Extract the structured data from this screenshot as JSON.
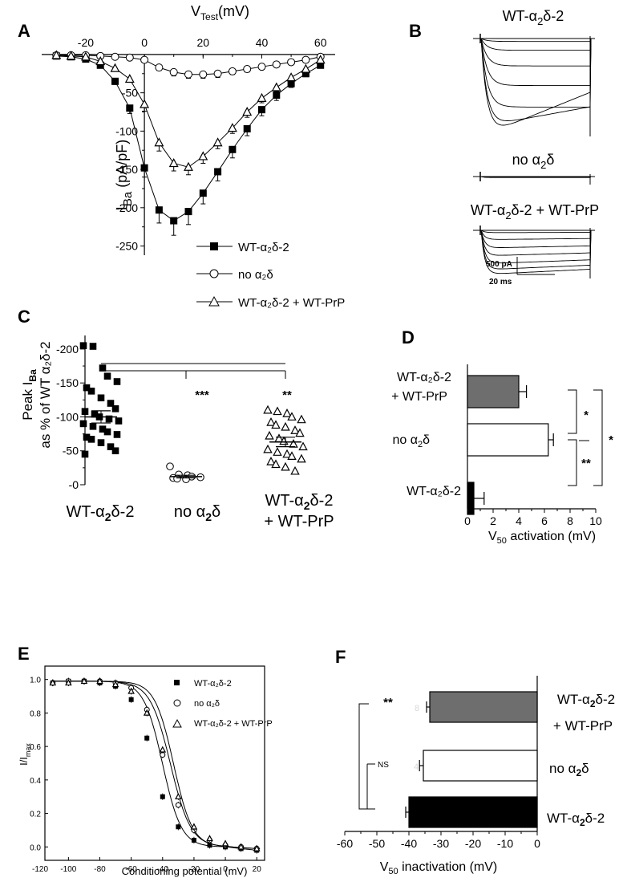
{
  "panel_letters": [
    "A",
    "B",
    "C",
    "D",
    "E",
    "F"
  ],
  "chart_data": [
    {
      "id": "A",
      "type": "line",
      "xlabel_main": "V",
      "xlabel_sub": "Test",
      "xlabel_unit": "(mV)",
      "ylabel_main": "I",
      "ylabel_sub": "Ba",
      "ylabel_unit": " (pA/pF)",
      "xlim": [
        -35,
        65
      ],
      "ylim": [
        -262,
        2
      ],
      "xticks": [
        -20,
        0,
        20,
        40,
        60
      ],
      "yticks": [
        -50,
        -100,
        -150,
        -200,
        -250
      ],
      "series": [
        {
          "name": "WT-α₂δ-2",
          "marker": "square-filled",
          "x": [
            -30,
            -25,
            -20,
            -15,
            -10,
            -5,
            0,
            5,
            10,
            15,
            20,
            25,
            30,
            35,
            40,
            45,
            50,
            55,
            60
          ],
          "y": [
            -2,
            -3,
            -6,
            -14,
            -35,
            -70,
            -148,
            -203,
            -217,
            -205,
            -181,
            -153,
            -124,
            -97,
            -72,
            -53,
            -38,
            -25,
            -14
          ],
          "err": [
            0,
            0,
            1,
            2,
            4,
            7,
            12,
            17,
            19,
            17,
            14,
            12,
            11,
            9,
            8,
            7,
            5,
            4,
            3
          ]
        },
        {
          "name": "no α₂δ",
          "marker": "circle-open",
          "x": [
            -30,
            -25,
            -20,
            -15,
            -10,
            -5,
            0,
            5,
            10,
            15,
            20,
            25,
            30,
            35,
            40,
            45,
            50,
            55,
            60
          ],
          "y": [
            -1,
            -1,
            -1,
            -2,
            -3,
            -4,
            -7,
            -17,
            -23,
            -26,
            -26,
            -25,
            -22,
            -19,
            -16,
            -13,
            -10,
            -7,
            -3
          ],
          "err": [
            0,
            0,
            0,
            0,
            1,
            1,
            2,
            4,
            5,
            5,
            5,
            5,
            4,
            4,
            3,
            3,
            2,
            2,
            1
          ]
        },
        {
          "name": "WT-α₂δ-2 + WT-PrP",
          "marker": "triangle-open",
          "x": [
            -30,
            -25,
            -20,
            -15,
            -10,
            -5,
            0,
            5,
            10,
            15,
            20,
            25,
            30,
            35,
            40,
            45,
            50,
            55,
            60
          ],
          "y": [
            -1,
            -2,
            -3,
            -9,
            -18,
            -32,
            -65,
            -115,
            -142,
            -147,
            -133,
            -115,
            -96,
            -75,
            -57,
            -43,
            -30,
            -19,
            -7
          ],
          "err": [
            0,
            0,
            0,
            1,
            2,
            4,
            9,
            11,
            10,
            10,
            9,
            8,
            7,
            7,
            6,
            5,
            4,
            3,
            2
          ]
        }
      ]
    },
    {
      "id": "C",
      "type": "scatter",
      "ylabel_line1_main": "Peak  I",
      "ylabel_line1_sub": "Ba",
      "ylabel_line2": "as % of  WT α₂δ-2",
      "ylim": [
        0,
        220
      ],
      "yticks": [
        0,
        50,
        100,
        150,
        200
      ],
      "yticklabels": [
        "-0",
        "-50",
        "-100",
        "-150",
        "-200"
      ],
      "categories": [
        {
          "name": "WT-α₂δ-2",
          "marker": "square-filled",
          "mean": 100,
          "sem": 9,
          "values": [
            205,
            204,
            172,
            160,
            152,
            143,
            138,
            128,
            120,
            112,
            108,
            104,
            100,
            97,
            94,
            90,
            86,
            82,
            78,
            74,
            70,
            67,
            62,
            56,
            50,
            45
          ]
        },
        {
          "name": "no α₂δ",
          "marker": "circle-open",
          "mean": 12,
          "sem": 2,
          "values": [
            27,
            15,
            14,
            12,
            11,
            10,
            9,
            8
          ]
        },
        {
          "name": "WT-α₂δ-2 + WT-PrP",
          "marker": "triangle-open",
          "mean": 63,
          "sem": 7,
          "values": [
            110,
            108,
            105,
            100,
            96,
            92,
            88,
            85,
            80,
            76,
            72,
            68,
            64,
            60,
            56,
            52,
            48,
            45,
            42,
            38,
            34,
            30,
            26,
            20
          ]
        }
      ],
      "cat_labels": {
        "a_main": "WT-α",
        "a_sub": "2",
        "a_end": "δ-2",
        "b_main": "no α",
        "b_sub": "2",
        "b_end": "δ",
        "c_line1_main": "WT-α",
        "c_line1_sub": "2",
        "c_line1_end": "δ-2",
        "c_line2": "+ WT-PrP"
      },
      "annotations": [
        "***",
        "**"
      ]
    },
    {
      "id": "D",
      "type": "bar",
      "xlabel_main": "V",
      "xlabel_sub": "50",
      "xlabel_end": " activation (mV)",
      "xlim": [
        0,
        10
      ],
      "xticks": [
        0,
        2,
        4,
        6,
        8,
        10
      ],
      "categories": [
        "WT-α₂δ-2 + WT-PrP",
        "no α₂δ",
        "WT-α₂δ-2"
      ],
      "values": [
        4.0,
        6.3,
        0.5
      ],
      "err": [
        0.6,
        0.4,
        0.8
      ],
      "colors": [
        "#6e6e6e",
        "#ffffff",
        "#000000"
      ],
      "label_lines": {
        "top_line1": "WT-α₂δ-2",
        "top_line2": "+ WT-PrP",
        "mid_main": "no α",
        "mid_sub": "2",
        "mid_end": "δ",
        "bot": "WT-α₂δ-2"
      },
      "annotations": [
        "*",
        "**",
        "*"
      ]
    },
    {
      "id": "E",
      "type": "line",
      "xlabel": "Conditioning potential (mV)",
      "ylabel_main": "I/I",
      "ylabel_sub": "max",
      "xlim": [
        -115,
        25
      ],
      "ylim": [
        -0.08,
        1.08
      ],
      "xticks": [
        -120,
        -100,
        -80,
        -60,
        -40,
        -20,
        0,
        20
      ],
      "yticks": [
        0.0,
        0.2,
        0.4,
        0.6,
        0.8,
        1.0
      ],
      "yticklabels": [
        "0.0",
        "0.2",
        "0.4",
        "0.6",
        "0.8",
        "1.0"
      ],
      "series": [
        {
          "name": "WT-α₂δ-2",
          "marker": "square-filled",
          "v50": -40,
          "k": 6,
          "x": [
            -110,
            -100,
            -90,
            -80,
            -70,
            -60,
            -50,
            -40,
            -30,
            -20,
            -10,
            0,
            10,
            20
          ],
          "y": [
            0.98,
            0.99,
            0.99,
            0.98,
            0.96,
            0.88,
            0.65,
            0.3,
            0.12,
            0.04,
            0.01,
            0.0,
            -0.01,
            -0.02
          ]
        },
        {
          "name": "no α₂δ",
          "marker": "circle-open",
          "v50": -35,
          "k": 6.5,
          "x": [
            -110,
            -100,
            -90,
            -80,
            -70,
            -60,
            -50,
            -40,
            -30,
            -20,
            -10,
            0,
            10,
            20
          ],
          "y": [
            0.98,
            0.99,
            0.99,
            0.99,
            0.98,
            0.95,
            0.82,
            0.55,
            0.25,
            0.1,
            0.04,
            0.01,
            0.0,
            -0.01
          ]
        },
        {
          "name": "WT-α₂δ-2 + WT-PrP",
          "marker": "triangle-open",
          "v50": -33,
          "k": 6,
          "x": [
            -110,
            -100,
            -90,
            -80,
            -70,
            -60,
            -50,
            -40,
            -30,
            -20,
            -10,
            0,
            10,
            20
          ],
          "y": [
            0.98,
            0.98,
            0.99,
            0.99,
            0.97,
            0.93,
            0.8,
            0.58,
            0.3,
            0.12,
            0.05,
            0.02,
            0.0,
            -0.01
          ]
        }
      ],
      "legend": [
        "WT-α₂δ-2",
        "no α₂δ",
        "WT-α₂δ-2 + WT-PrP"
      ]
    },
    {
      "id": "F",
      "type": "bar",
      "xlabel_main": "V",
      "xlabel_sub": "50",
      "xlabel_end": " inactivation (mV)",
      "xlim": [
        -60,
        0
      ],
      "xticks": [
        -60,
        -50,
        -40,
        -30,
        -20,
        -10,
        0
      ],
      "categories": [
        "WT-α₂δ-2 + WT-PrP",
        "no α₂δ",
        "WT-α₂δ-2"
      ],
      "values": [
        -33.5,
        -35.5,
        -40.0
      ],
      "err": [
        1.0,
        1.2,
        1.0
      ],
      "colors": [
        "#6e6e6e",
        "#ffffff",
        "#000000"
      ],
      "label_lines": {
        "top_line1_main": "WT-α",
        "top_line1_sub": "2",
        "top_line1_end": "δ-2",
        "top_line2": "+ WT-PrP",
        "mid_main": "no α",
        "mid_sub": "2",
        "mid_end": "δ",
        "bot_main": "WT-α",
        "bot_sub": "2",
        "bot_end": "δ-2"
      },
      "watermarks": [
        "8",
        "4"
      ],
      "annotations": [
        "**",
        "NS"
      ]
    }
  ],
  "traces_B": {
    "title1_main": "WT-α",
    "title1_sub": "2",
    "title1_end": "δ-2",
    "title2_main": "no α",
    "title2_sub": "2",
    "title2_end": "δ",
    "title3_main": "WT-α",
    "title3_sub": "2",
    "title3_end": "δ-2  +  WT-PrP",
    "scale_current": "500 pA",
    "scale_time": "20 ms",
    "trace_groups": [
      {
        "name": "WT-α₂δ-2",
        "amplitudes": [
          0.03,
          0.12,
          0.28,
          0.48,
          0.7,
          0.9,
          1.0
        ]
      },
      {
        "name": "no α₂δ",
        "amplitudes": [
          0.02,
          0.05,
          0.08,
          0.12
        ]
      },
      {
        "name": "WT-α₂δ-2 + WT-PrP",
        "amplitudes": [
          0.05,
          0.2,
          0.38,
          0.55,
          0.72,
          0.85,
          0.95
        ]
      }
    ]
  }
}
